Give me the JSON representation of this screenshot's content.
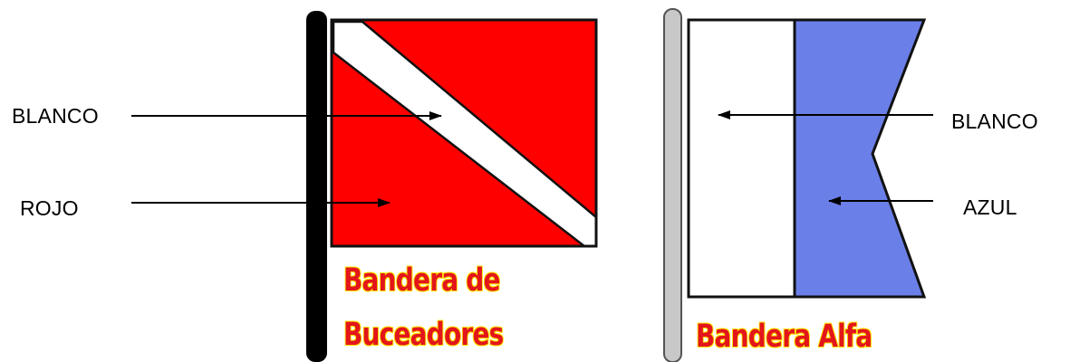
{
  "colors": {
    "red": "#ff0000",
    "white": "#ffffff",
    "blue": "#6b7fe8",
    "pole_black": "#000000",
    "pole_gray": "#c8c8c8",
    "caption_red": "#e3161b",
    "caption_yellow": "#ffe600"
  },
  "left_flag": {
    "caption_line1": "Bandera de",
    "caption_line2": "Buceadores",
    "label_white": "BLANCO",
    "label_red": "ROJO"
  },
  "right_flag": {
    "caption": "Bandera Alfa",
    "label_white": "BLANCO",
    "label_blue": "AZUL"
  }
}
